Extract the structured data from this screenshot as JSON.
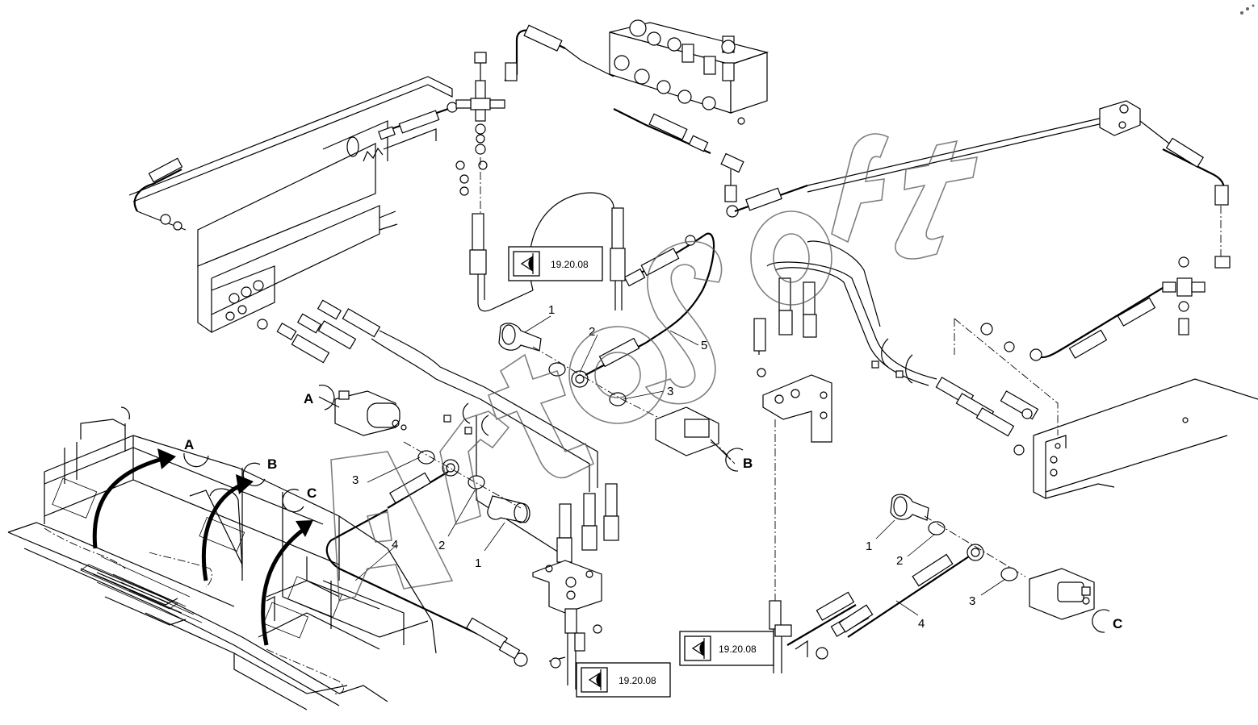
{
  "callouts": {
    "item_1": "1",
    "item_2": "2",
    "item_3": "3",
    "item_4": "4",
    "item_5": "5"
  },
  "details": {
    "a": "A",
    "b": "B",
    "c": "C"
  },
  "references": {
    "ref_top": "19.20.08",
    "ref_bottom_left": "19.20.08",
    "ref_bottom_right": "19.20.08"
  },
  "icons": {
    "view_reference": "eye-view-icon",
    "detail_arrow": "curved-arrow-icon"
  },
  "colors": {
    "line": "#000000",
    "background": "#ffffff",
    "watermark": "#555555"
  }
}
